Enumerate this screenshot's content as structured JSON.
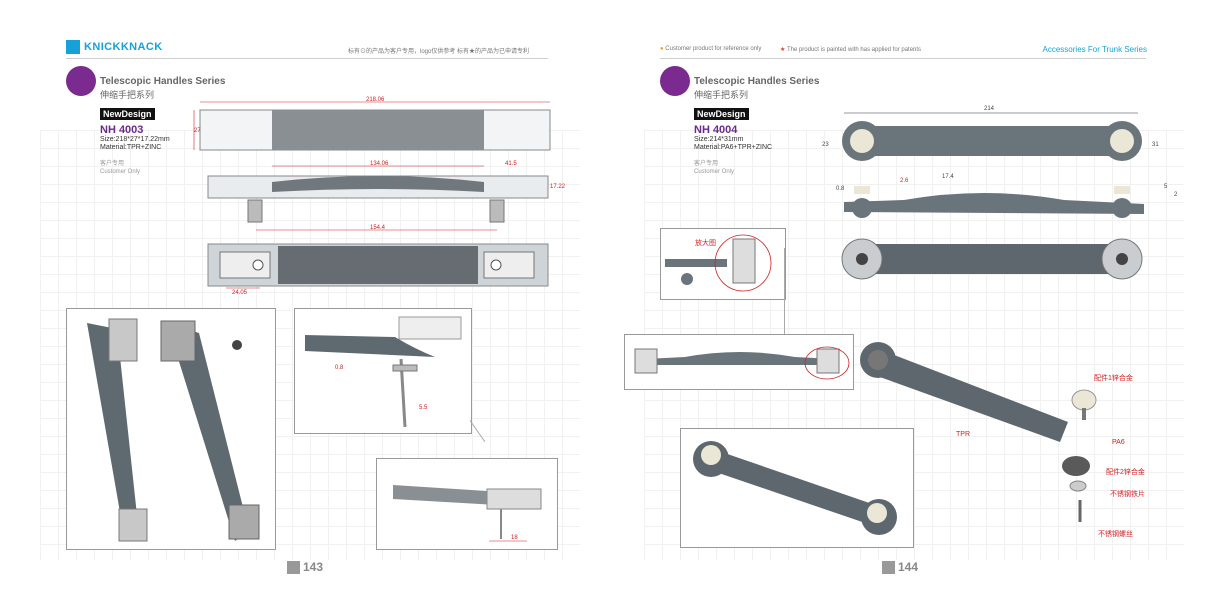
{
  "brand": "KNICKKNACK",
  "left_page": {
    "top_note": "标有⊙的产品为客户专用，logo仅供参考   标有★的产品为已申请专利",
    "series_en": "Telescopic Handles Series",
    "series_cn": "伸缩手把系列",
    "badge": "NewDesign",
    "model": "NH 4003",
    "size": "Size:218*27*17.22mm",
    "material": "Material:TPR+ZINC",
    "customer_cn": "客户专用",
    "customer_en": "Customer Only",
    "page_number": "143",
    "dims": {
      "length": "218.06",
      "height": "27",
      "mid": "134.06",
      "side": "41.5",
      "thick": "17.22",
      "pitch": "154.4",
      "small": "24.05",
      "d1": "0.8",
      "d2": "5.5",
      "d3": "18"
    }
  },
  "right_page": {
    "top_note_1": "Customer product for reference only",
    "top_note_2": "The product is painted with has applied for patents",
    "series_right": "Accessories For Trunk Series",
    "series_en": "Telescopic Handles Series",
    "series_cn": "伸缩手把系列",
    "badge": "NewDesign",
    "model": "NH 4004",
    "size": "Size:214*31mm",
    "material": "Material:PA6+TPR+ZINC",
    "customer_cn": "客户专用",
    "customer_en": "Customer Only",
    "page_number": "144",
    "dims": {
      "length": "214",
      "left_h": "23",
      "right_h": "31",
      "d1": "0.8",
      "d2": "2.6",
      "d3": "17.4",
      "d4": "5",
      "d5": "2"
    },
    "zoom_label": "放大图",
    "part_labels": {
      "part1": "配件1锌合金",
      "tpr": "TPR",
      "pa6": "PA6",
      "part2": "配件2锌合金",
      "washer": "不锈钢铁片",
      "screw": "不锈钢螺丝"
    }
  },
  "colors": {
    "brand_blue": "#16a2d8",
    "purple": "#7b2a8f",
    "handle_gray": "#5f6a70",
    "dim_red": "#d02020"
  }
}
